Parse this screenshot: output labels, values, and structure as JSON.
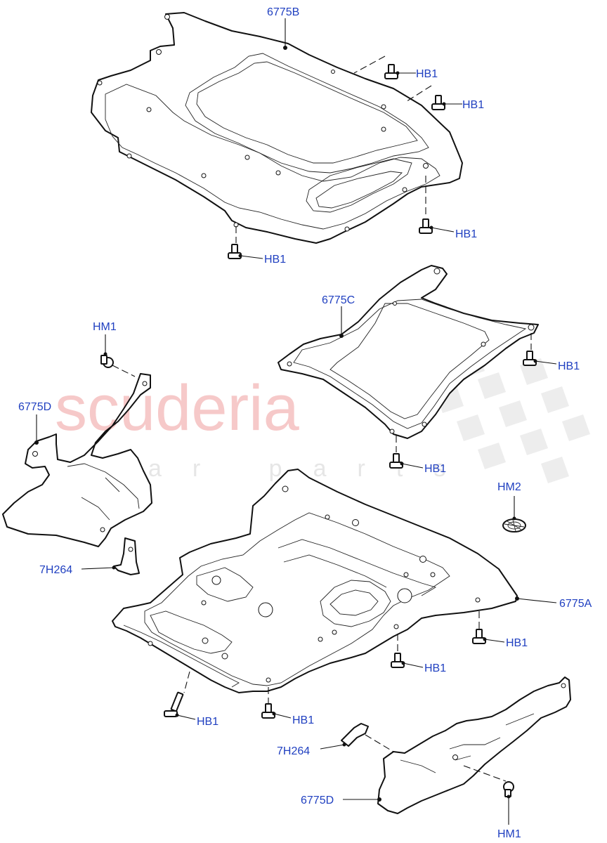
{
  "watermark": {
    "brand": "scuderia",
    "tagline": "car parts",
    "brand_color": "#f6c9c9",
    "checker_color": "#ededed"
  },
  "label_color": "#1f3fc0",
  "callouts": {
    "top_shield": "6775B",
    "mid_shield": "6775C",
    "main_shield": "6775A",
    "left_guard": "6775D",
    "right_guard": "6775D",
    "hb1_a": "HB1",
    "hb1_b": "HB1",
    "hb1_c": "HB1",
    "hb1_d": "HB1",
    "hb1_e": "HB1",
    "hb1_f": "HB1",
    "hb1_g": "HB1",
    "hb1_h": "HB1",
    "hb1_i": "HB1",
    "hb1_j": "HB1",
    "hm1_left": "HM1",
    "hm1_right": "HM1",
    "hm2": "HM2",
    "bracket_left": "7H264",
    "bracket_right": "7H264"
  }
}
